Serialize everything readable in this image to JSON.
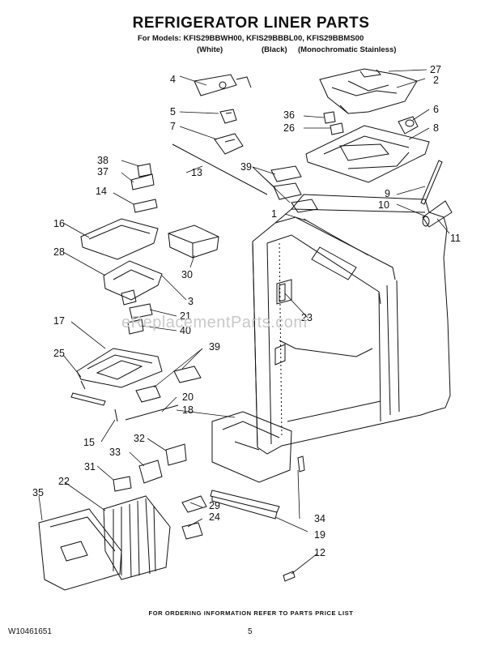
{
  "header": {
    "title": "REFRIGERATOR LINER PARTS",
    "models": "For Models: KFIS29BBWH00, KFIS29BBBL00, KFIS29BBMS00",
    "color_1": "(White)",
    "color_2": "(Black)",
    "color_3": "(Monochromatic Stainless)"
  },
  "callouts": [
    "1",
    "2",
    "3",
    "4",
    "5",
    "6",
    "7",
    "8",
    "9",
    "10",
    "11",
    "12",
    "13",
    "14",
    "15",
    "16",
    "17",
    "18",
    "19",
    "20",
    "21",
    "22",
    "23",
    "24",
    "25",
    "26",
    "27",
    "28",
    "29",
    "30",
    "31",
    "32",
    "33",
    "34",
    "35",
    "36",
    "37",
    "38",
    "39",
    "39",
    "40"
  ],
  "watermark": "eReplacementParts.com",
  "footer": {
    "ordering_note": "FOR ORDERING INFORMATION REFER TO PARTS PRICE LIST",
    "document_number": "W10461651",
    "page_number": "5"
  }
}
